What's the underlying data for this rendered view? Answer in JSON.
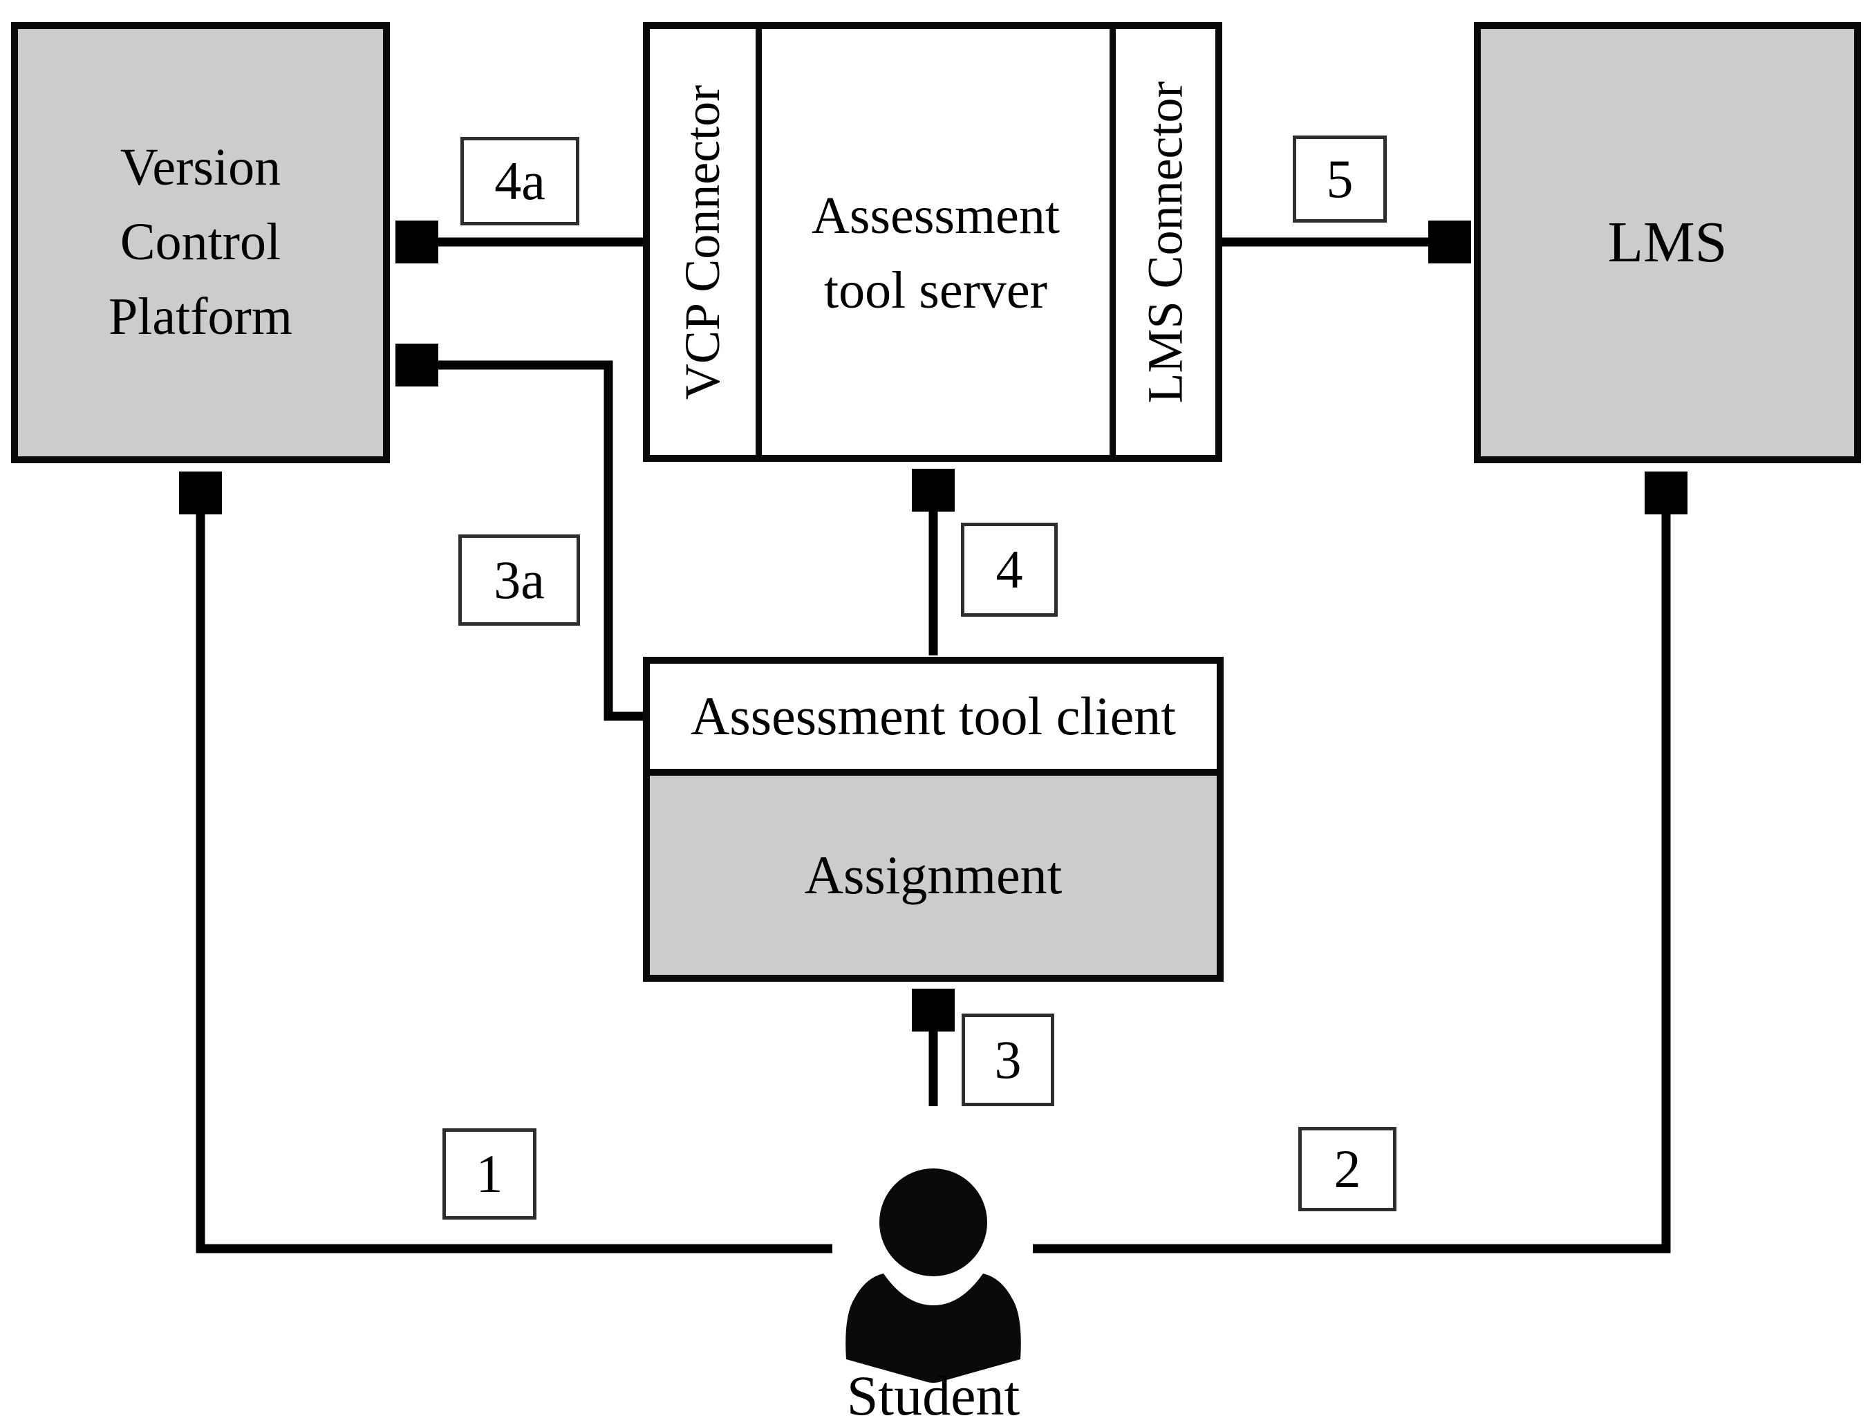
{
  "diagram": {
    "nodes": {
      "version_control_platform": {
        "label": "Version\nControl\nPlatform"
      },
      "assessment_tool_server": {
        "label": "Assessment\ntool server"
      },
      "vcp_connector": {
        "label": "VCP Connector"
      },
      "lms_connector": {
        "label": "LMS Connector"
      },
      "lms": {
        "label": "LMS"
      },
      "assessment_tool_client": {
        "label": "Assessment tool client"
      },
      "assignment": {
        "label": "Assignment"
      },
      "student": {
        "label": "Student"
      }
    },
    "flow_labels": {
      "f1": "1",
      "f2": "2",
      "f3": "3",
      "f3a": "3a",
      "f4": "4",
      "f4a": "4a",
      "f5": "5"
    },
    "colors": {
      "gray_fill": "#cccccc",
      "white_fill": "#ffffff",
      "line_color": "#000000",
      "tag_border": "#2e2e2e"
    }
  }
}
